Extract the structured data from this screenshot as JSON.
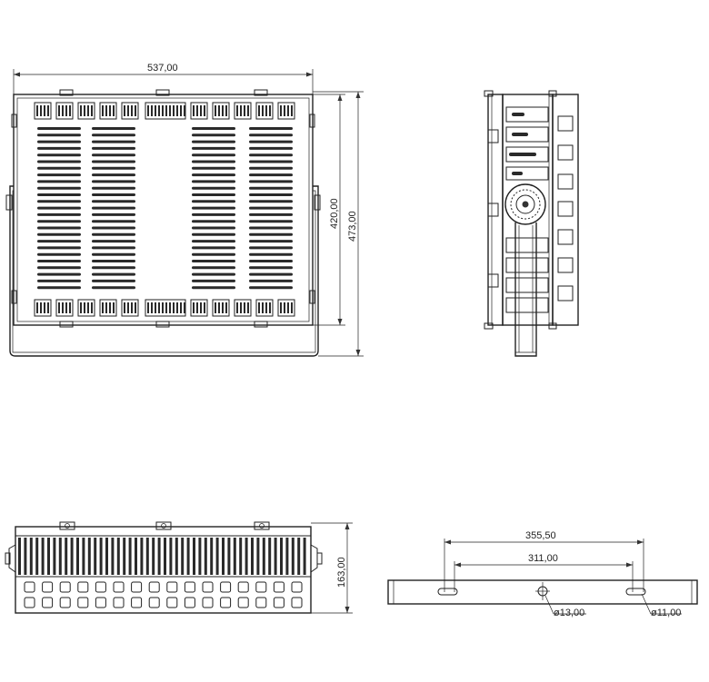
{
  "dimensions": {
    "front_width": "537,00",
    "front_inner_height": "420,00",
    "front_total_height": "473,00",
    "bottom_view_depth": "163,00",
    "bracket_outer_span": "355,50",
    "bracket_inner_span": "311,00",
    "center_hole_dia": "ø13,00",
    "slot_dia": "ø11,00"
  },
  "front_view": {
    "slot_rows": 25
  },
  "bottom_view": {
    "tile_columns": 16,
    "tile_rows": 2,
    "fin_count": 50
  },
  "side_view": {
    "fin_boxes": 7
  },
  "colors": {
    "line": "#222222",
    "fill_dark": "#2a2a2a",
    "background": "#ffffff"
  }
}
